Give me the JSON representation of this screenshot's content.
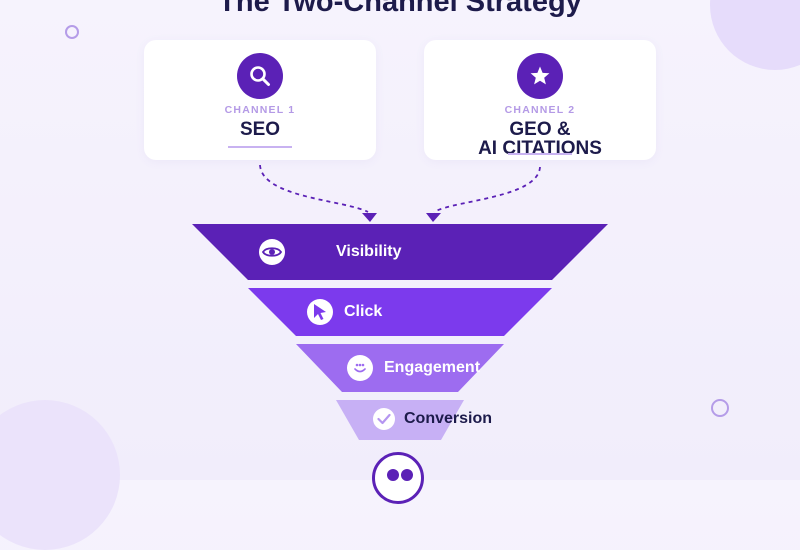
{
  "title": "The Two-Channel Strategy",
  "channels": [
    {
      "label": "CHANNEL 1",
      "name": "SEO",
      "icon": "search-icon"
    },
    {
      "label": "CHANNEL 2",
      "name_line1": "GEO &",
      "name_line2": "AI CITATIONS",
      "icon": "star-icon"
    }
  ],
  "funnel": [
    {
      "label": "Visibility",
      "icon": "eye-icon",
      "color": "#5b21b6"
    },
    {
      "label": "Click",
      "icon": "cursor-icon",
      "color": "#7c3aed"
    },
    {
      "label": "Engagement",
      "icon": "smile-icon",
      "color": "#9d6cf0"
    },
    {
      "label": "Conversion",
      "icon": "check-icon",
      "color": "#c7b0f5"
    }
  ],
  "colors": {
    "primary": "#5b21b6",
    "text_dark": "#1d1b4b",
    "accent_light": "#b49ae6"
  }
}
